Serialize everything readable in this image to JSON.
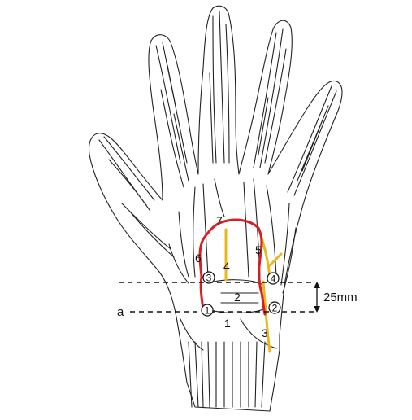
{
  "figure": {
    "line_label": "a",
    "distance_label": "25mm",
    "circled_markers": [
      "1",
      "2",
      "3",
      "4"
    ],
    "plain_markers": {
      "m1": "1",
      "m2": "2",
      "m3": "3",
      "m4": "4",
      "m5": "5",
      "m6": "6",
      "m7": "7"
    },
    "colors": {
      "incision": "#d81e22",
      "nerve": "#e9b81c",
      "ink": "#111111"
    }
  }
}
